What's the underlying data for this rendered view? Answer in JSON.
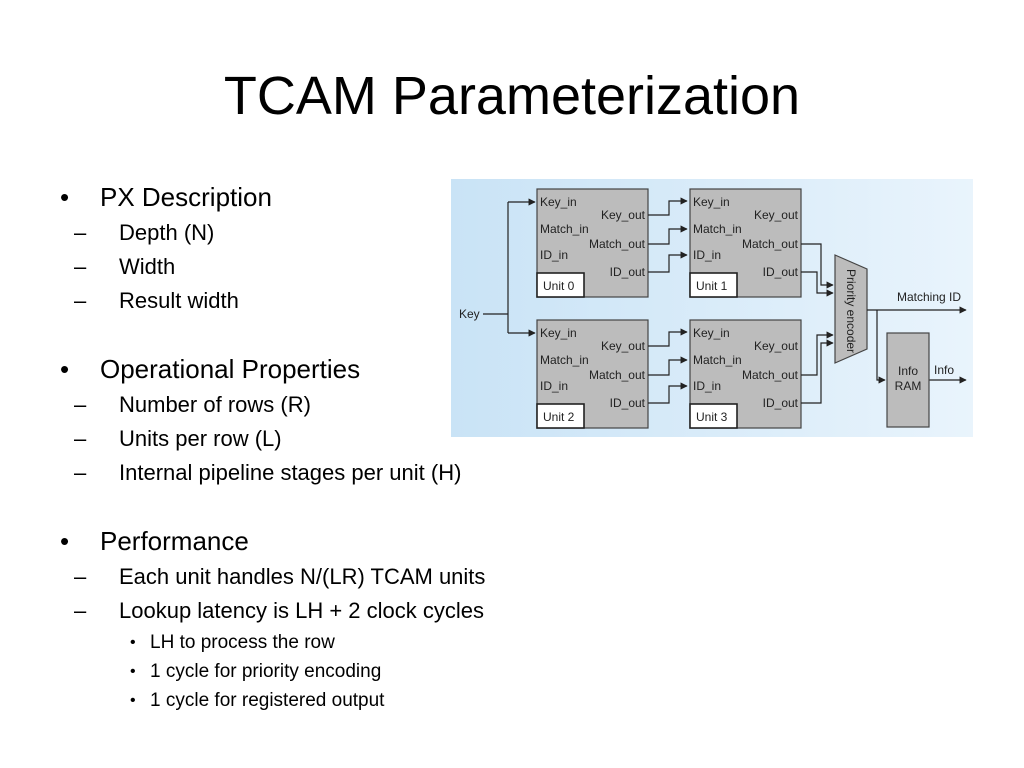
{
  "slide": {
    "title": "TCAM Parameterization"
  },
  "bullets": [
    {
      "text": "PX Description",
      "sub": [
        {
          "text": "Depth (N)"
        },
        {
          "text": "Width"
        },
        {
          "text": "Result width"
        }
      ]
    },
    {
      "text": "Operational Properties",
      "sub": [
        {
          "text": "Number of rows (R)"
        },
        {
          "text": "Units per row (L)"
        },
        {
          "text": "Internal pipeline stages per unit (H)"
        }
      ]
    },
    {
      "text": "Performance",
      "sub": [
        {
          "text": "Each unit handles N/(LR) TCAM units"
        },
        {
          "text": "Lookup latency is LH + 2 clock cycles",
          "sub": [
            {
              "text": "LH to process the row"
            },
            {
              "text": "1 cycle for priority encoding"
            },
            {
              "text": "1 cycle for registered output"
            }
          ]
        }
      ]
    }
  ],
  "diagram": {
    "input_label": "Key",
    "units": [
      {
        "name": "Unit 0",
        "key_in": "Key_in",
        "match_in": "Match_in",
        "id_in": "ID_in",
        "key_out": "Key_out",
        "match_out": "Match_out",
        "id_out": "ID_out"
      },
      {
        "name": "Unit 1",
        "key_in": "Key_in",
        "match_in": "Match_in",
        "id_in": "ID_in",
        "key_out": "Key_out",
        "match_out": "Match_out",
        "id_out": "ID_out"
      },
      {
        "name": "Unit 2",
        "key_in": "Key_in",
        "match_in": "Match_in",
        "id_in": "ID_in",
        "key_out": "Key_out",
        "match_out": "Match_out",
        "id_out": "ID_out"
      },
      {
        "name": "Unit 3",
        "key_in": "Key_in",
        "match_in": "Match_in",
        "id_in": "ID_in",
        "key_out": "Key_out",
        "match_out": "Match_out",
        "id_out": "ID_out"
      }
    ],
    "encoder_label": "Priority encoder",
    "ram_line1": "Info",
    "ram_line2": "RAM",
    "matching_id_label": "Matching ID",
    "info_label": "Info",
    "colors": {
      "background_start": "#c9e3f6",
      "background_end": "#e9f4fc",
      "block_fill": "#bcbcbc",
      "block_stroke": "#444444"
    }
  }
}
